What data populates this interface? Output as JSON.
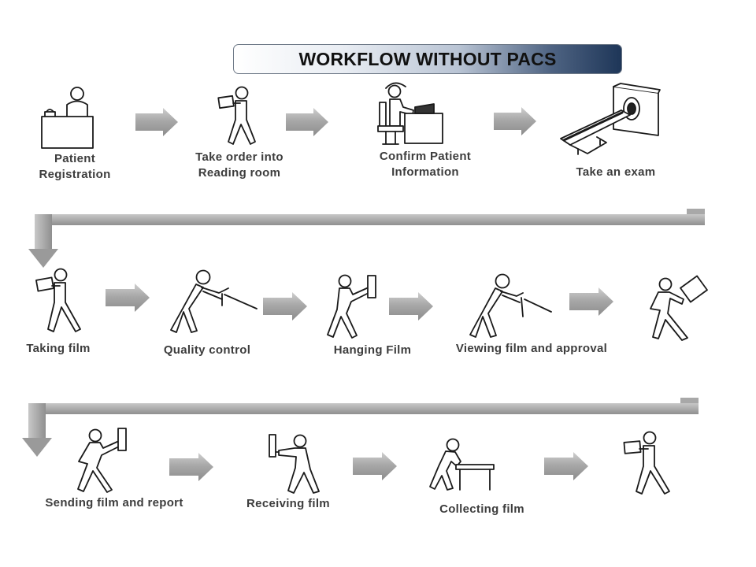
{
  "title": "WORKFLOW WITHOUT PACS",
  "steps": [
    {
      "line1": "Patient",
      "line2": "Registration",
      "icon": "reception-desk-icon"
    },
    {
      "line1": "Take order into",
      "line2": "Reading room",
      "icon": "person-carrying-order-icon"
    },
    {
      "line1": "Confirm Patient",
      "line2": "Information",
      "icon": "person-at-computer-icon"
    },
    {
      "line1": "Take an exam",
      "line2": "",
      "icon": "ct-scanner-icon"
    },
    {
      "line1": "Taking film",
      "line2": "",
      "icon": "person-carrying-film-icon"
    },
    {
      "line1": "Quality control",
      "line2": "",
      "icon": "person-inspecting-film-icon"
    },
    {
      "line1": "Hanging Film",
      "line2": "",
      "icon": "person-hanging-film-icon"
    },
    {
      "line1": "Viewing film and approval",
      "line2": "",
      "icon": "person-viewing-film-icon"
    },
    {
      "line1": "",
      "line2": "",
      "icon": "person-tossing-film-icon"
    },
    {
      "line1": "Sending film and report",
      "line2": "",
      "icon": "person-sending-film-icon"
    },
    {
      "line1": "Receiving film",
      "line2": "",
      "icon": "person-receiving-film-icon"
    },
    {
      "line1": "Collecting film",
      "line2": "",
      "icon": "person-at-table-icon"
    },
    {
      "line1": "",
      "line2": "",
      "icon": "person-carrying-film-icon"
    }
  ],
  "colors": {
    "arrow_fill": "#a5a5a5",
    "arrow_highlight": "#d2d2d2",
    "label_text": "#3d3d3d",
    "figure_stroke": "#1a1a1a",
    "banner_dark": "#1e3658"
  }
}
